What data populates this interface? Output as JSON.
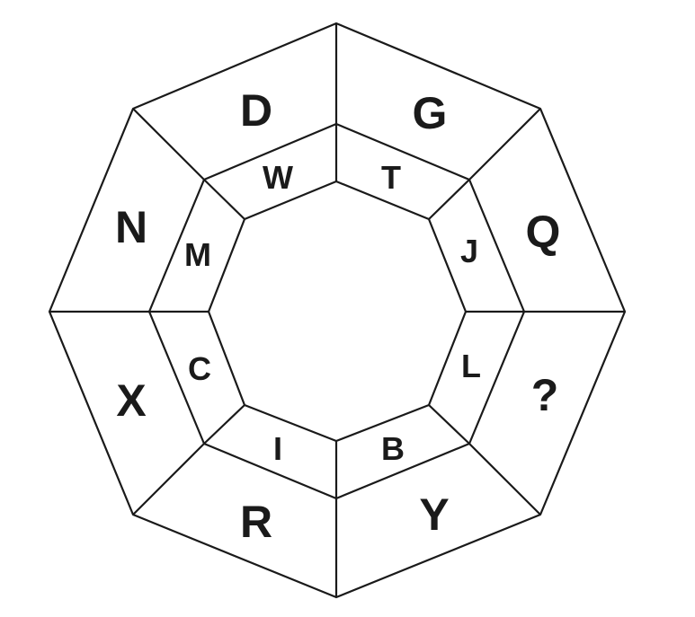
{
  "diagram": {
    "type": "octagon-letter-puzzle",
    "outer_ring": [
      {
        "segment": "top-left",
        "letter": "D"
      },
      {
        "segment": "top-right",
        "letter": "G"
      },
      {
        "segment": "right-upper",
        "letter": "Q"
      },
      {
        "segment": "right-lower",
        "letter": "?"
      },
      {
        "segment": "bottom-right",
        "letter": "Y"
      },
      {
        "segment": "bottom-left",
        "letter": "R"
      },
      {
        "segment": "left-lower",
        "letter": "X"
      },
      {
        "segment": "left-upper",
        "letter": "N"
      }
    ],
    "inner_ring": [
      {
        "segment": "top-left",
        "letter": "W"
      },
      {
        "segment": "top-right",
        "letter": "T"
      },
      {
        "segment": "right-upper",
        "letter": "J"
      },
      {
        "segment": "right-lower",
        "letter": "L"
      },
      {
        "segment": "bottom-right",
        "letter": "B"
      },
      {
        "segment": "bottom-left",
        "letter": "I"
      },
      {
        "segment": "left-lower",
        "letter": "C"
      },
      {
        "segment": "left-upper",
        "letter": "M"
      }
    ],
    "colors": {
      "stroke": "#1a1a1a",
      "text": "#1a1a1a",
      "background": "#ffffff"
    }
  }
}
